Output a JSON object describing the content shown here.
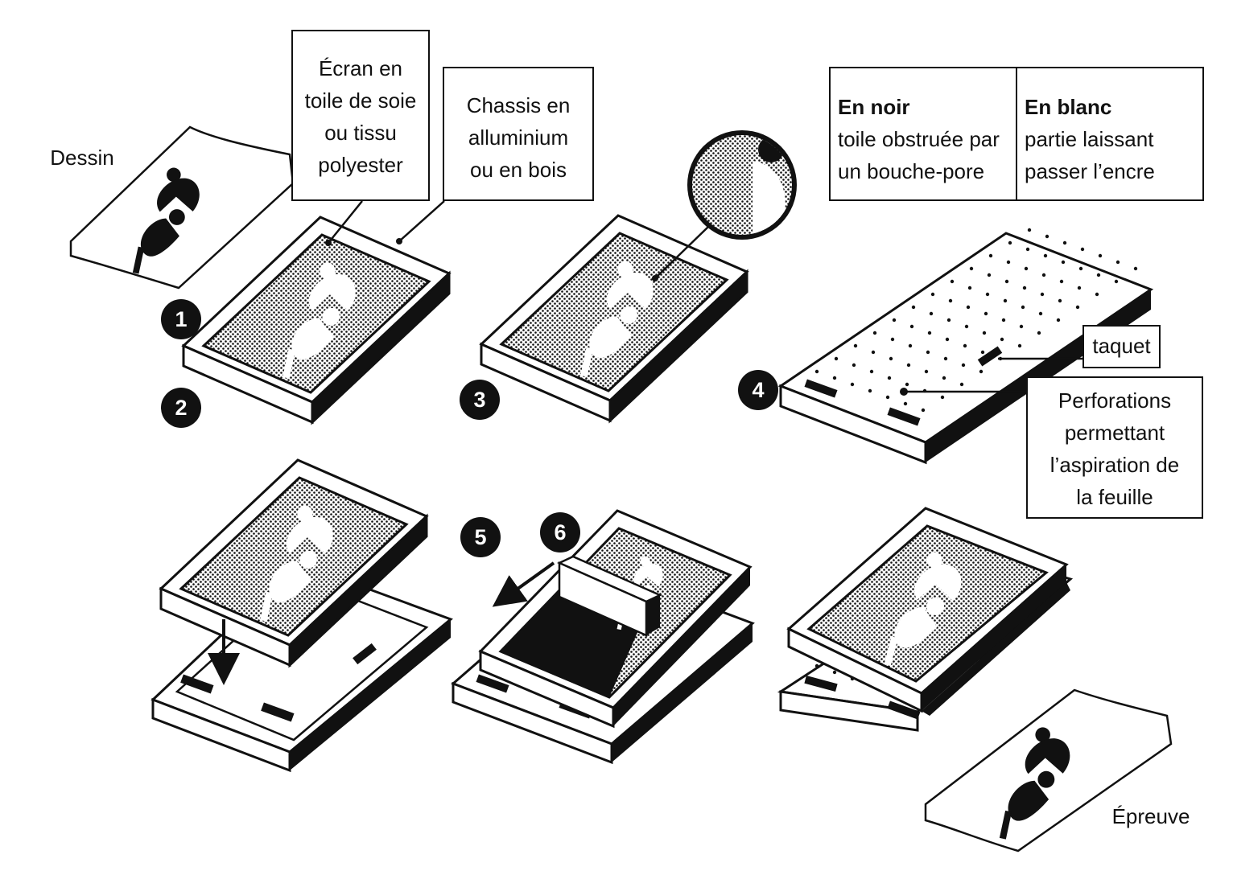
{
  "labels": {
    "dessin": "Dessin",
    "epreuve": "Épreuve"
  },
  "callouts": {
    "ecran": [
      "Écran en",
      "toile de soie",
      "ou tissu",
      "polyester"
    ],
    "chassis": [
      "Chassis en",
      "alluminium",
      "ou en bois"
    ],
    "taquet": "taquet",
    "perforations": [
      "Perforations",
      "permettant",
      "l’aspiration de",
      "la feuille"
    ]
  },
  "legend": {
    "noir_title": "En noir",
    "noir_text": [
      "toile obstruée par",
      "un bouche-pore"
    ],
    "blanc_title": "En blanc",
    "blanc_text": [
      "partie laissant",
      "passer l’encre"
    ]
  },
  "steps": [
    "1",
    "2",
    "3",
    "4",
    "5",
    "6"
  ],
  "colors": {
    "ink": "#111111",
    "paper": "#ffffff"
  }
}
